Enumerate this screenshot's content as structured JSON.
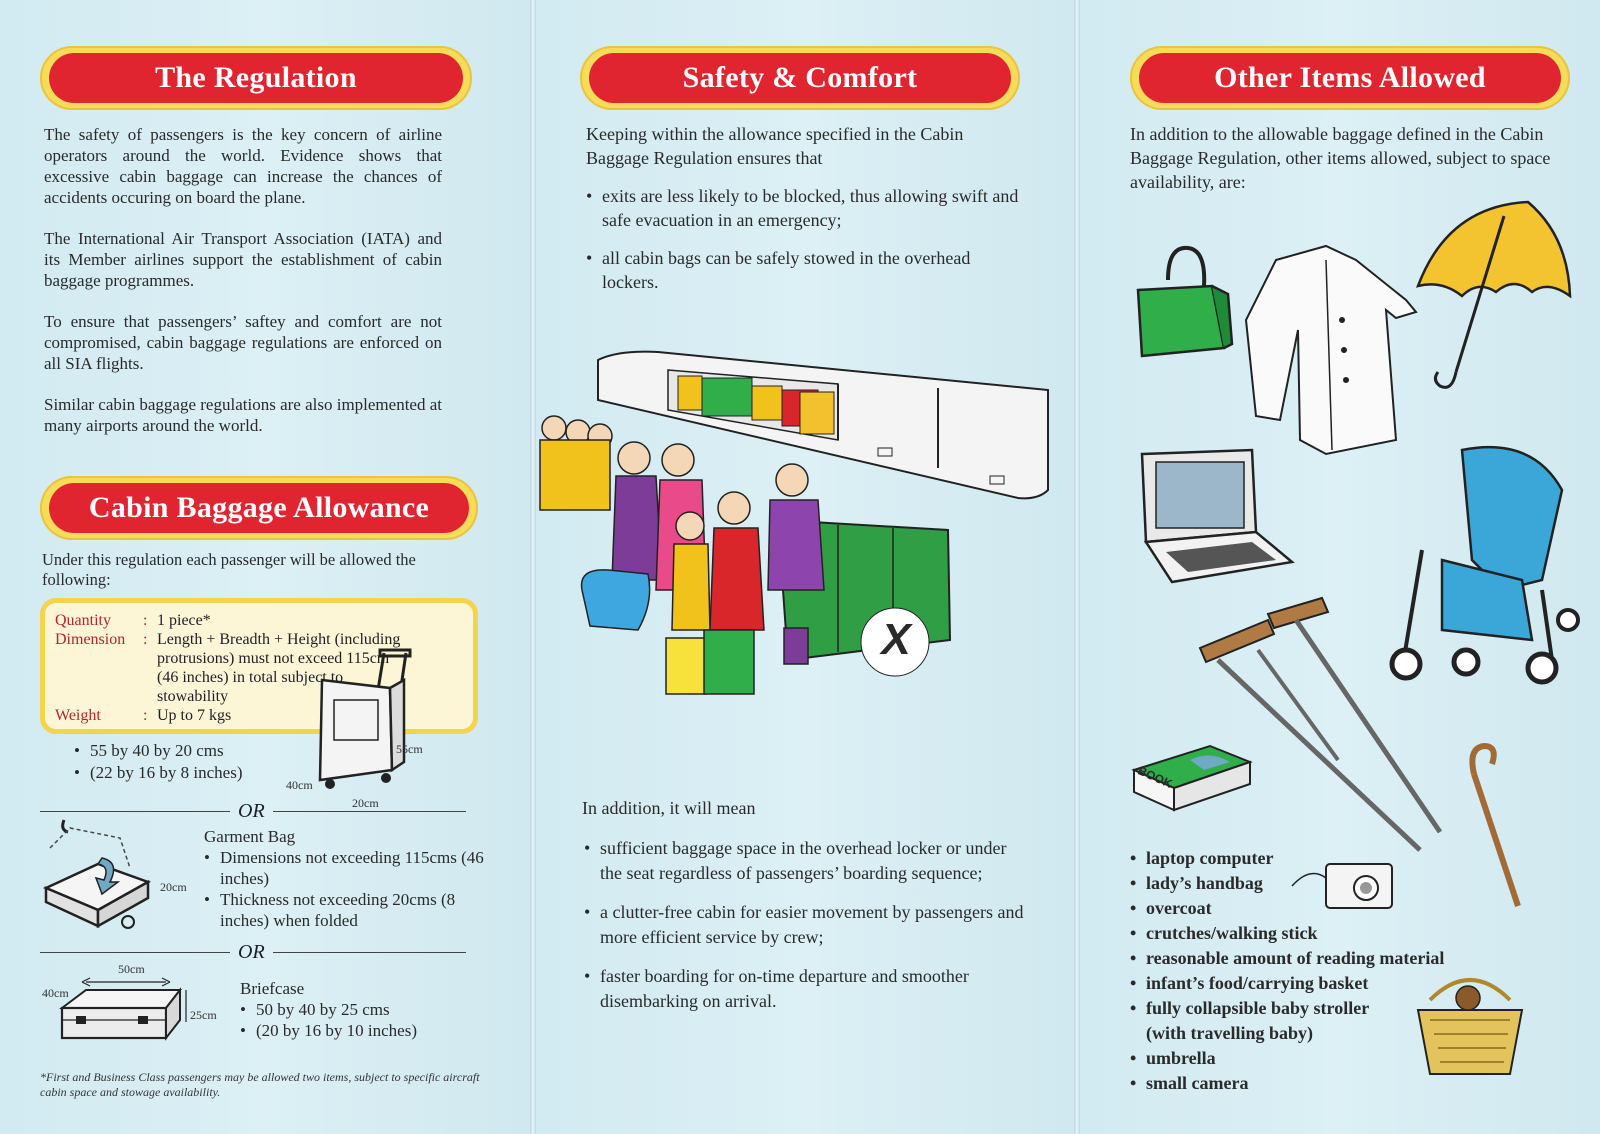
{
  "regulation": {
    "title": "The Regulation",
    "p1": "The safety of passengers is the key concern of airline operators around the world. Evidence shows that excessive cabin baggage can increase the chances of accidents occuring on board the plane.",
    "p2": "The International Air Transport Association (IATA) and its Member airlines support the establishment of cabin baggage programmes.",
    "p3": "To ensure that passengers’ saftey and comfort are not compromised, cabin baggage regulations are enforced on all SIA flights.",
    "p4": "Similar cabin baggage regulations are also implemented at many airports around the world."
  },
  "allowance": {
    "title": "Cabin Baggage Allowance",
    "intro": "Under this regulation each passenger will be allowed the following:",
    "quantity_label": "Quantity",
    "quantity_value": "1 piece*",
    "dimension_label": "Dimension",
    "dimension_value": "Length + Breadth + Height (including protrusions) must not exceed 115cm (46 inches) in total subject to stowability",
    "weight_label": "Weight",
    "weight_value": "Up to 7 kgs",
    "colon": ":",
    "suitcase_bullets": [
      "55 by 40 by 20 cms",
      "(22 by 16 by 8 inches)"
    ],
    "suitcase_dims": {
      "h": "55cm",
      "w": "40cm",
      "d": "20cm"
    },
    "or_label": "OR",
    "garment_title": "Garment Bag",
    "garment_bullets": [
      "Dimensions not exceeding 115cms (46 inches)",
      "Thickness not exceeding 20cms (8 inches) when folded"
    ],
    "garment_dim": "20cm",
    "briefcase_title": "Briefcase",
    "briefcase_bullets": [
      "50 by 40 by 25 cms",
      "(20 by 16 by 10 inches)"
    ],
    "briefcase_dims": {
      "w": "50cm",
      "d": "40cm",
      "h": "25cm"
    },
    "footnote": "*First and Business Class passengers may be allowed two items, subject to specific aircraft cabin space and stowage availability."
  },
  "safety": {
    "title": "Safety & Comfort",
    "intro": "Keeping within the allowance specified in the Cabin Baggage Regulation ensures that",
    "bullets": [
      "exits are less likely to be blocked, thus allowing swift and safe evacuation in an emergency;",
      "all cabin bags can be safely stowed in the overhead lockers."
    ],
    "x_mark": "X",
    "addition_intro": "In addition, it will mean",
    "addition_bullets": [
      "sufficient baggage space in the overhead locker or under the seat regardless of passengers’ boarding sequence;",
      "a clutter-free cabin for easier movement by passengers and more efficient service by crew;",
      "faster boarding for on-time departure and smoother disembarking on arrival."
    ]
  },
  "other": {
    "title": "Other Items Allowed",
    "intro": "In addition to the allowable baggage defined in the Cabin Baggage Regulation, other items allowed, subject to space availability, are:",
    "book_label": "BOOK",
    "items": [
      "laptop computer",
      "lady’s handbag",
      "overcoat",
      "crutches/walking stick",
      "reasonable amount of reading material",
      "infant’s food/carrying basket",
      "fully collapsible baby stroller (with travelling baby)",
      "umbrella",
      "small camera"
    ]
  },
  "colors": {
    "banner_red": "#e02530",
    "banner_yellow": "#f7dc5a",
    "background": "#d6edf3"
  },
  "icons": [
    "handbag-icon",
    "overcoat-icon",
    "umbrella-icon",
    "laptop-icon",
    "stroller-icon",
    "crutches-icon",
    "book-icon",
    "walking-stick-icon",
    "camera-icon",
    "basket-icon",
    "suitcase-icon",
    "garment-bag-icon",
    "briefcase-icon"
  ]
}
